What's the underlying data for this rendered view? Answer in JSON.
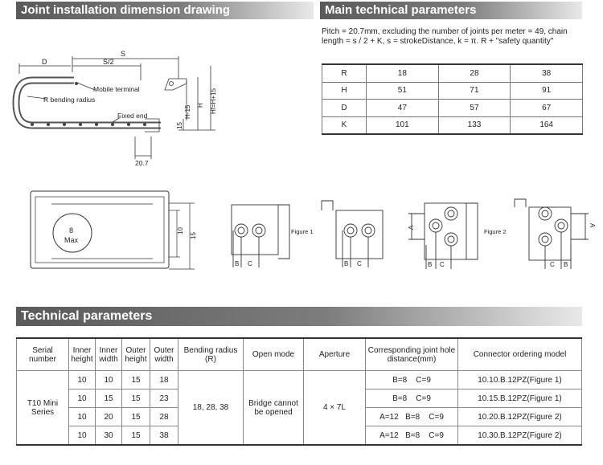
{
  "sections": {
    "joint_drawing_title": "Joint installation dimension drawing",
    "main_params_title": "Main technical parameters",
    "tech_params_title": "Technical parameters"
  },
  "pitch_text": "Pitch = 20.7mm, excluding the number of joints per meter = 49, chain length = s / 2 + K, s = strokeDistance, k = π. R + \"safety quantity\"",
  "drawing_labels": {
    "s": "S",
    "s_half": "S/2",
    "d": "D",
    "mobile_terminal": "Mobile terminal",
    "bending_radius": "R bending radius",
    "fixed_end": "Fixed end",
    "pitch": "20.7",
    "h15": "H-15",
    "h": "H",
    "hf": "Hf=H+15",
    "v15": "15",
    "max_num": "8",
    "max_text": "Max",
    "dim10": "10",
    "dim15": "15",
    "figure1": "Figure 1",
    "figure2": "Figure 2",
    "b": "B",
    "c": "C",
    "a": "A"
  },
  "main_params": [
    {
      "label": "R",
      "v1": "18",
      "v2": "28",
      "v3": "38"
    },
    {
      "label": "H",
      "v1": "51",
      "v2": "71",
      "v3": "91"
    },
    {
      "label": "D",
      "v1": "47",
      "v2": "57",
      "v3": "67"
    },
    {
      "label": "K",
      "v1": "101",
      "v2": "133",
      "v3": "164"
    }
  ],
  "tech": {
    "headers": {
      "serial": "Serial number",
      "inner_height": "Inner height",
      "inner_width": "Inner width",
      "outer_height": "Outer height",
      "outer_width": "Outer width",
      "bending": "Bending radius (R)",
      "open_mode": "Open mode",
      "aperture": "Aperture",
      "hole": "Corresponding joint hole distance(mm)",
      "connector": "Connector ordering model"
    },
    "series": "T10 Mini Series",
    "bending_value": "18, 28, 38",
    "open_mode_value": "Bridge cannot be opened",
    "aperture_value": "4 × 7L",
    "rows": [
      {
        "ih": "10",
        "iw": "10",
        "oh": "15",
        "ow": "18",
        "hole": "B=8    C=9",
        "model": "10.10.B.12PZ(Figure 1)"
      },
      {
        "ih": "10",
        "iw": "15",
        "oh": "15",
        "ow": "23",
        "hole": "B=8    C=9",
        "model": "10.15.B.12PZ(Figure 1)"
      },
      {
        "ih": "10",
        "iw": "20",
        "oh": "15",
        "ow": "28",
        "hole": "A=12   B=8    C=9",
        "model": "10.20.B.12PZ(Figure 2)"
      },
      {
        "ih": "10",
        "iw": "30",
        "oh": "15",
        "ow": "38",
        "hole": "A=12   B=8    C=9",
        "model": "10.30.B.12PZ(Figure 2)"
      }
    ]
  }
}
